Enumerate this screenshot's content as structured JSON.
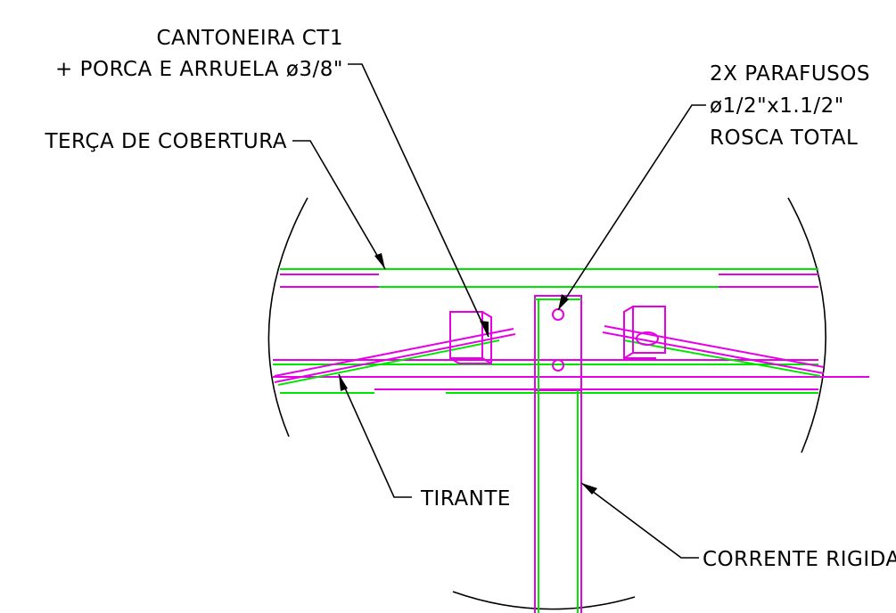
{
  "labels": {
    "cantoneira_line1": "CANTONEIRA CT1",
    "cantoneira_line2": "+ PORCA E ARRUELA ø3/8\"",
    "terca": "TERÇA DE COBERTURA",
    "parafusos_line1": "2X PARAFUSOS",
    "parafusos_line2": "ø1/2\"x1.1/2\"",
    "parafusos_line3": "ROSCA TOTAL",
    "tirante": "TIRANTE",
    "corrente": "CORRENTE RIGIDA"
  },
  "colors": {
    "annotation": "#000000",
    "member_green": "#00e600",
    "member_magenta": "#e600e6",
    "background": "#ffffff"
  }
}
